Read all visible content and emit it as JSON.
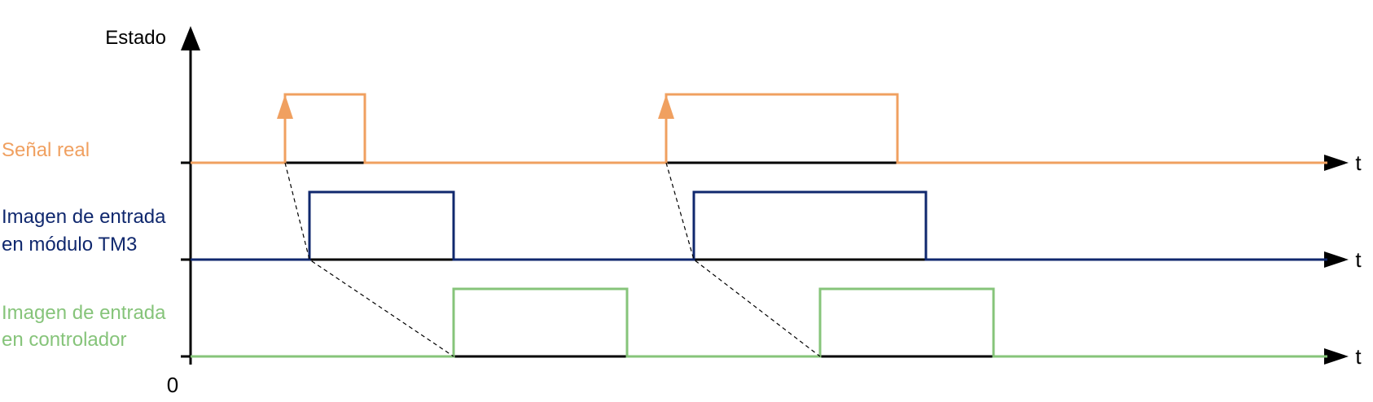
{
  "y_axis_label": "Estado",
  "origin_label": "0",
  "time_label": "t",
  "colors": {
    "axis": "#000000",
    "senal_real": "#f0a060",
    "modulo": "#10286e",
    "controlador": "#86c47a",
    "dashed": "#000000"
  },
  "signals": [
    {
      "id": "senal_real",
      "label_lines": [
        "Señal real"
      ],
      "color": "#f0a060"
    },
    {
      "id": "modulo",
      "label_lines": [
        "Imagen de entrada",
        "en módulo TM3"
      ],
      "color": "#10286e"
    },
    {
      "id": "controlador",
      "label_lines": [
        "Imagen de entrada",
        "en controlador"
      ],
      "color": "#86c47a"
    }
  ]
}
